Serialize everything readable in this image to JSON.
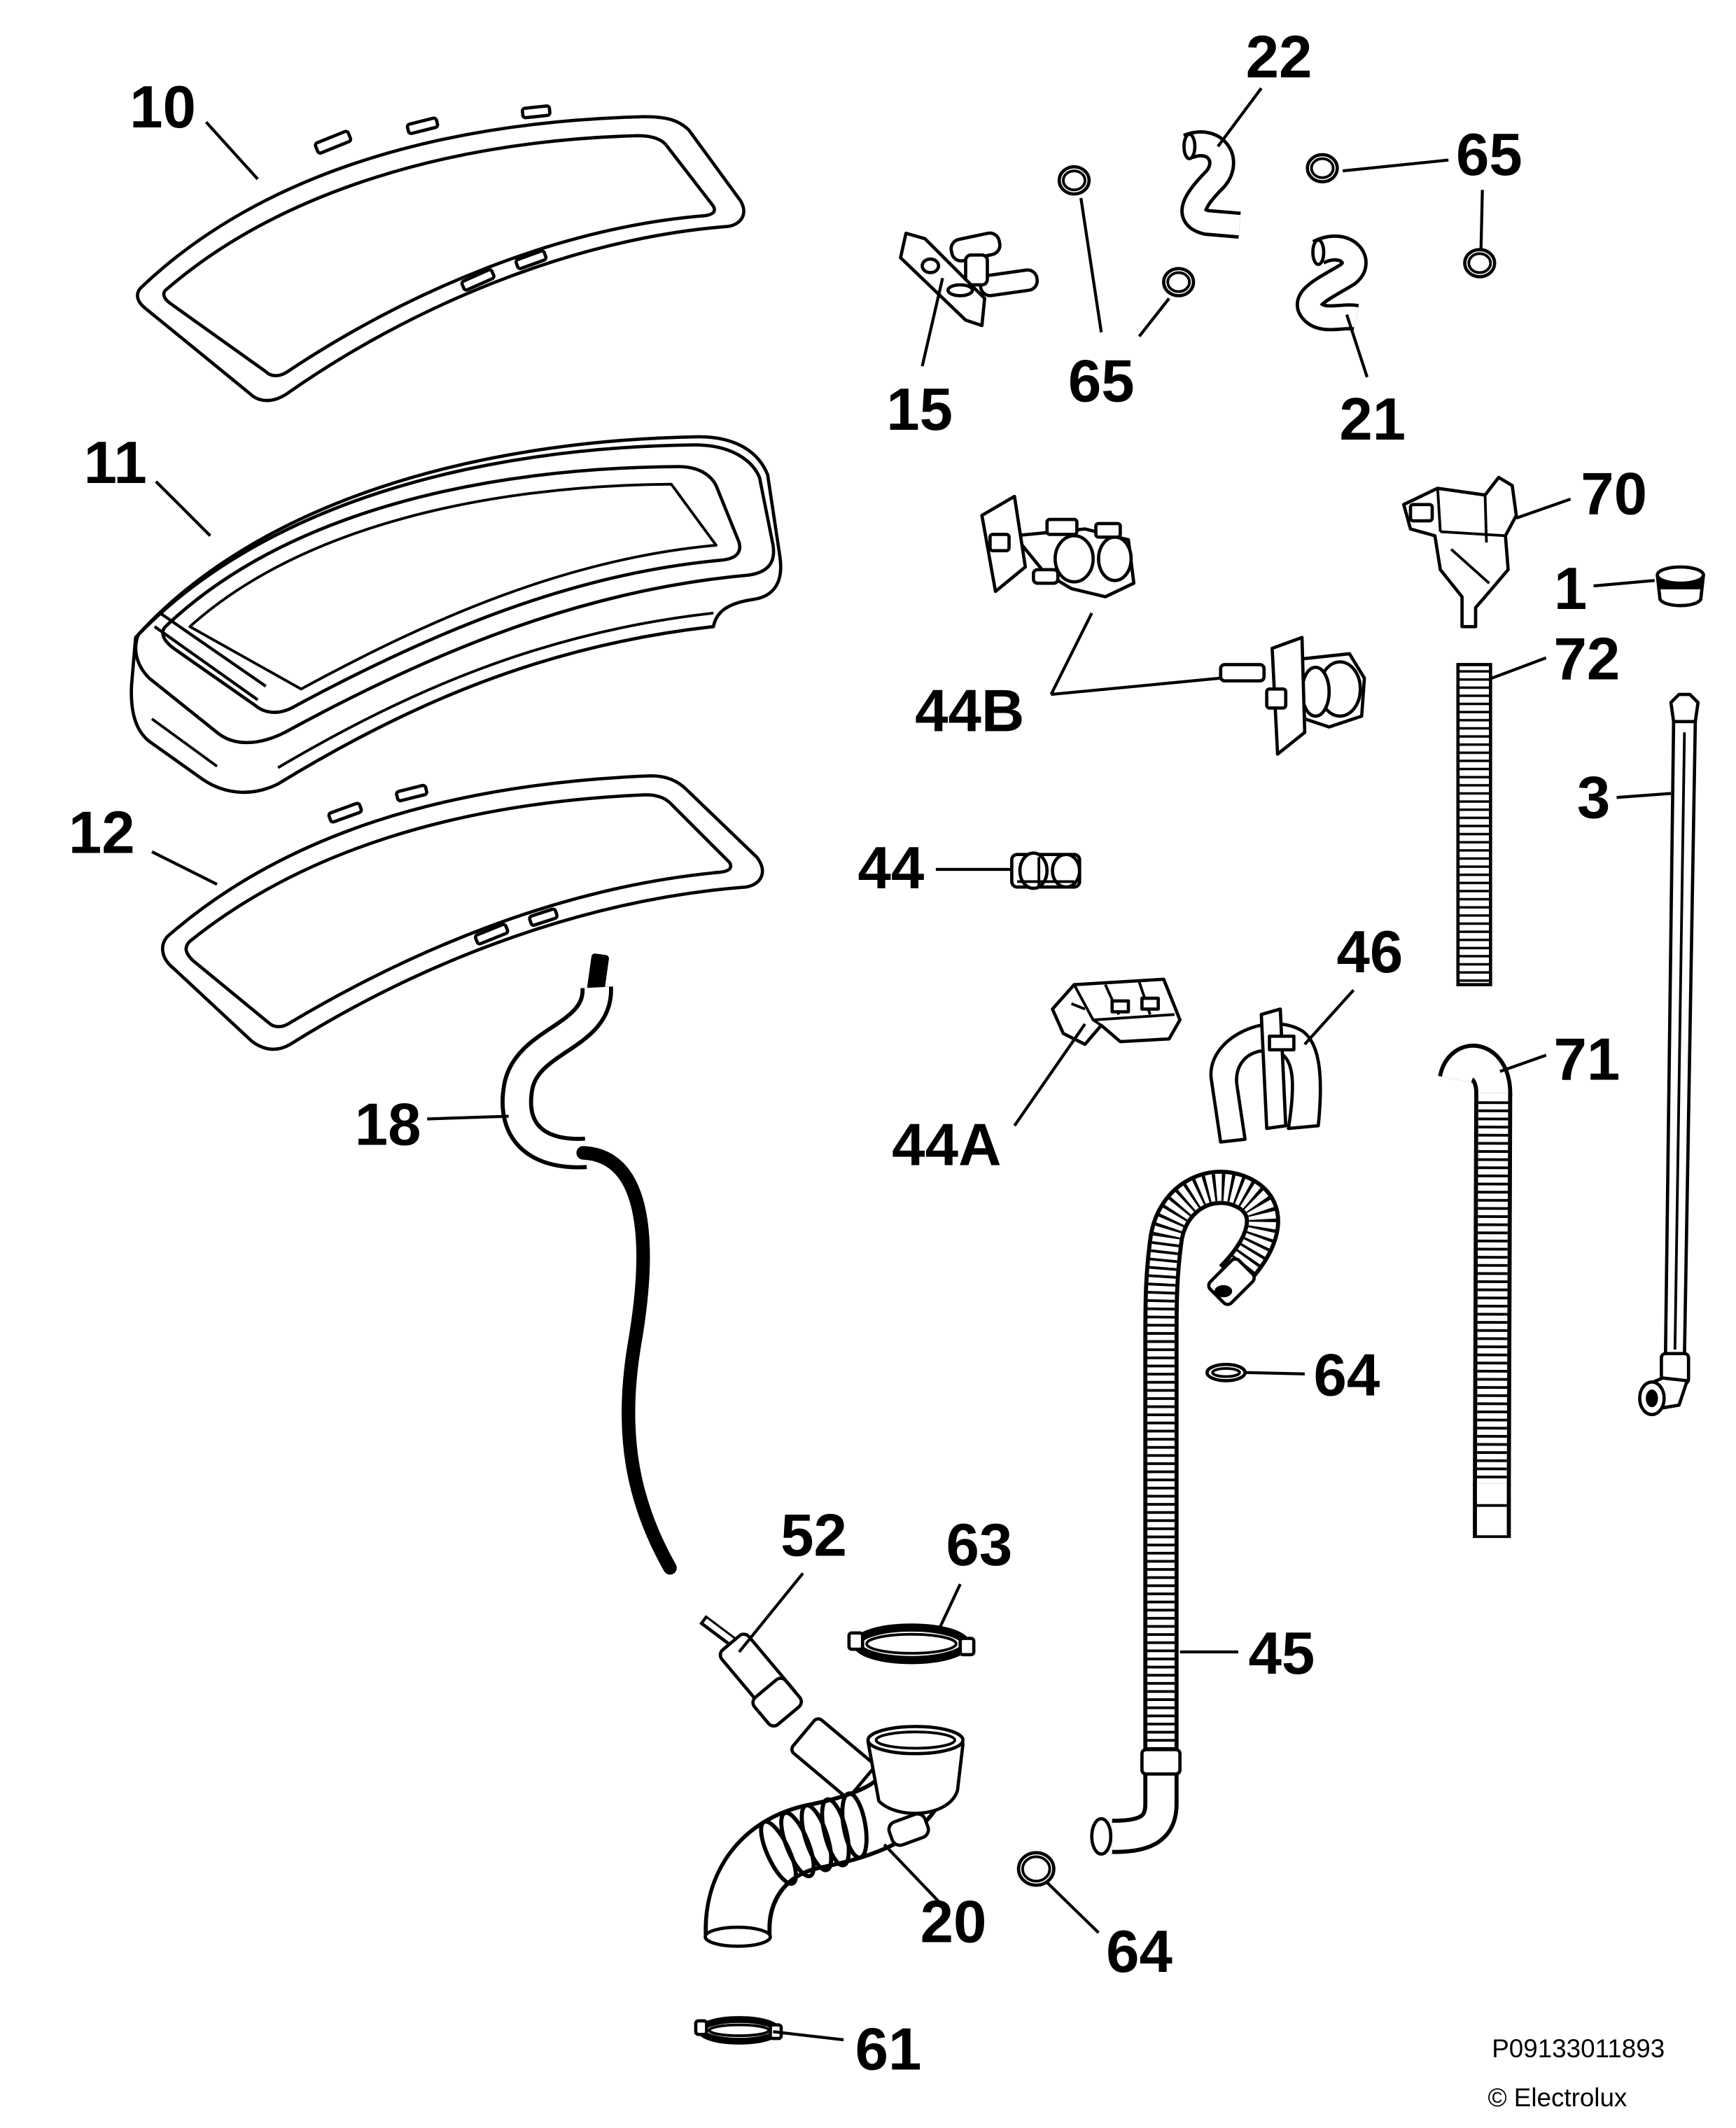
{
  "labels": {
    "p10": "10",
    "p11": "11",
    "p12": "12",
    "p15": "15",
    "p22": "22",
    "p65a": "65",
    "p65b": "65",
    "p21": "21",
    "p70": "70",
    "p1": "1",
    "p72": "72",
    "p3": "3",
    "p44b": "44B",
    "p44": "44",
    "p46": "46",
    "p71": "71",
    "p44a": "44A",
    "p18": "18",
    "p64a": "64",
    "p52": "52",
    "p63": "63",
    "p45": "45",
    "p20": "20",
    "p64b": "64",
    "p61": "61"
  },
  "footer": {
    "code": "P09133011893",
    "copyright": "© Electrolux"
  }
}
